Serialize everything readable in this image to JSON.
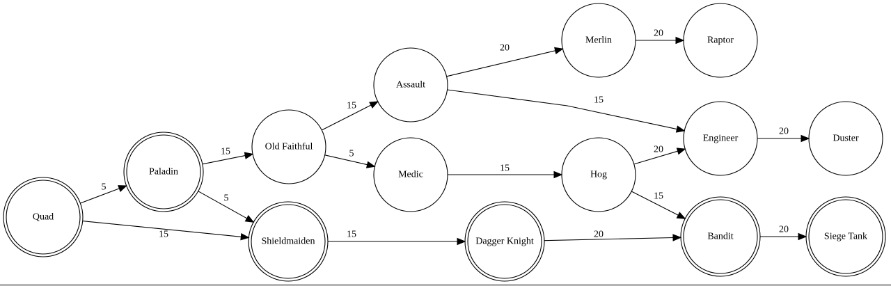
{
  "graph": {
    "type": "directed",
    "nodes": [
      {
        "id": "quad",
        "label": "Quad",
        "double": true
      },
      {
        "id": "paladin",
        "label": "Paladin",
        "double": true
      },
      {
        "id": "shieldmaiden",
        "label": "Shieldmaiden",
        "double": true
      },
      {
        "id": "old_faithful",
        "label": "Old Faithful",
        "double": false
      },
      {
        "id": "assault",
        "label": "Assault",
        "double": false
      },
      {
        "id": "medic",
        "label": "Medic",
        "double": false
      },
      {
        "id": "merlin",
        "label": "Merlin",
        "double": false
      },
      {
        "id": "raptor",
        "label": "Raptor",
        "double": false
      },
      {
        "id": "engineer",
        "label": "Engineer",
        "double": false
      },
      {
        "id": "duster",
        "label": "Duster",
        "double": false
      },
      {
        "id": "hog",
        "label": "Hog",
        "double": false
      },
      {
        "id": "dagger_knight",
        "label": "Dagger Knight",
        "double": true
      },
      {
        "id": "bandit",
        "label": "Bandit",
        "double": true
      },
      {
        "id": "siege_tank",
        "label": "Siege Tank",
        "double": true
      }
    ],
    "edges": [
      {
        "from": "quad",
        "to": "paladin",
        "label": "5"
      },
      {
        "from": "quad",
        "to": "shieldmaiden",
        "label": "15"
      },
      {
        "from": "paladin",
        "to": "old_faithful",
        "label": "15"
      },
      {
        "from": "paladin",
        "to": "shieldmaiden",
        "label": "5"
      },
      {
        "from": "old_faithful",
        "to": "assault",
        "label": "15"
      },
      {
        "from": "old_faithful",
        "to": "medic",
        "label": "5"
      },
      {
        "from": "assault",
        "to": "merlin",
        "label": "20"
      },
      {
        "from": "assault",
        "to": "engineer",
        "label": "15"
      },
      {
        "from": "merlin",
        "to": "raptor",
        "label": "20"
      },
      {
        "from": "medic",
        "to": "hog",
        "label": "15"
      },
      {
        "from": "hog",
        "to": "engineer",
        "label": "20"
      },
      {
        "from": "hog",
        "to": "bandit",
        "label": "15"
      },
      {
        "from": "engineer",
        "to": "duster",
        "label": "20"
      },
      {
        "from": "shieldmaiden",
        "to": "dagger_knight",
        "label": "15"
      },
      {
        "from": "dagger_knight",
        "to": "bandit",
        "label": "20"
      },
      {
        "from": "bandit",
        "to": "siege_tank",
        "label": "20"
      }
    ]
  }
}
